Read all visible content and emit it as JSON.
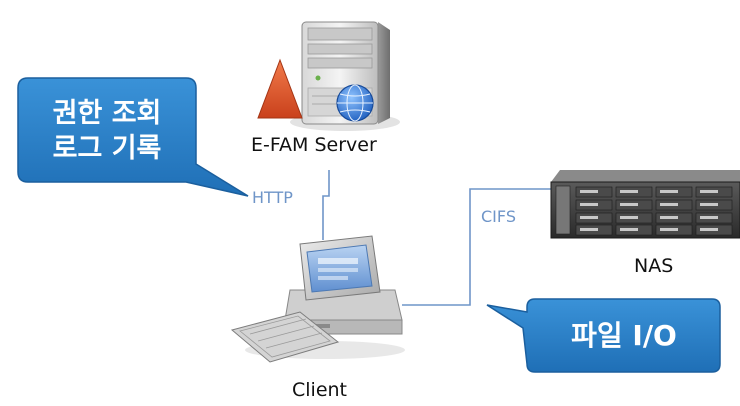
{
  "nodes": {
    "server": {
      "label": "E-FAM Server",
      "icon": "server-icon"
    },
    "client": {
      "label": "Client",
      "icon": "desktop-computer-icon"
    },
    "nas": {
      "label": "NAS",
      "icon": "nas-storage-icon"
    }
  },
  "connections": {
    "http": {
      "label": "HTTP"
    },
    "cifs": {
      "label": "CIFS"
    }
  },
  "callouts": {
    "permission": {
      "line1": "권한 조회",
      "line2": "로그 기록"
    },
    "file_io": {
      "text": "파일 I/O"
    }
  },
  "colors": {
    "connector": "#6f95c8",
    "callout_fill": "#2a80c9",
    "callout_stroke": "#1b5f9e",
    "warning": "#e05a2b",
    "globe": "#2b6fcc"
  }
}
